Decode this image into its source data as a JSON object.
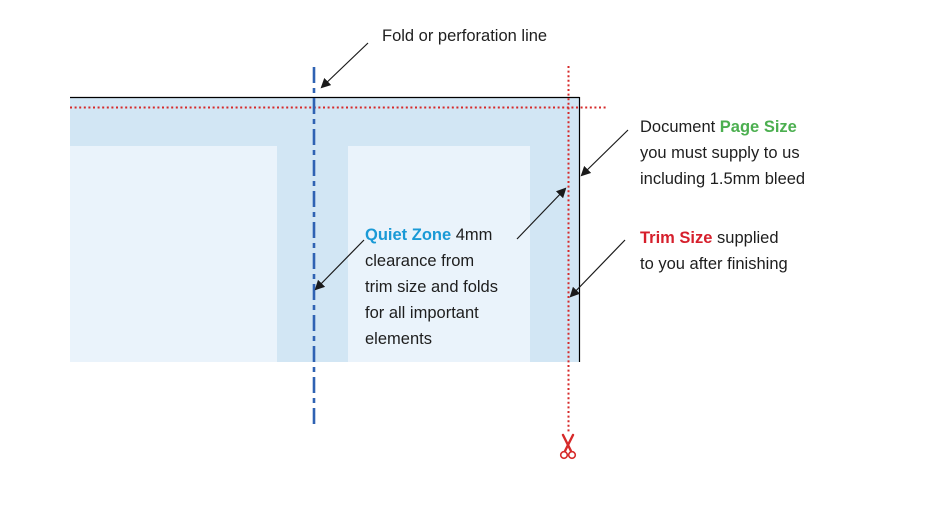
{
  "title": "Print artwork setup diagram",
  "colors": {
    "bleed_fill": "#d2e6f4",
    "safe_fill": "#eaf3fb",
    "page_border": "#000000",
    "fold_line": "#2f62b3",
    "trim_line": "#d62a2a",
    "quiet_zone_accent": "#1a9ad6",
    "page_size_accent": "#4caf50",
    "trim_size_accent": "#d61f2c",
    "arrow": "#1a1a1a"
  },
  "labels": {
    "fold": {
      "text": "Fold or perforation line"
    },
    "page_size": {
      "prefix": "Document ",
      "highlight": "Page Size",
      "line2": "you must supply to us",
      "line3": "including 1.5mm bleed"
    },
    "trim_size": {
      "highlight": "Trim Size",
      "suffix": " supplied",
      "line2": "to you after finishing"
    },
    "quiet_zone": {
      "highlight": "Quiet Zone",
      "suffix": " 4mm",
      "line2": "clearance from",
      "line3": "trim size and folds",
      "line4": "for all important",
      "line5": "elements"
    }
  },
  "icons": {
    "scissors": "scissors-icon"
  }
}
